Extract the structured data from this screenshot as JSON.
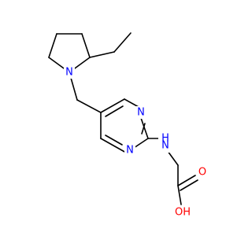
{
  "colors": {
    "carbon": "#000000",
    "nitrogen": "#0000ff",
    "oxygen": "#ff0000",
    "background": "#ffffff"
  },
  "atoms": {
    "n_pyrrolidine": "N",
    "n_pyrimidine_top": "N",
    "n_pyrimidine_bottom": "N",
    "nh": "H",
    "nh_n": "N",
    "o_carbonyl": "O",
    "oh": "OH"
  }
}
